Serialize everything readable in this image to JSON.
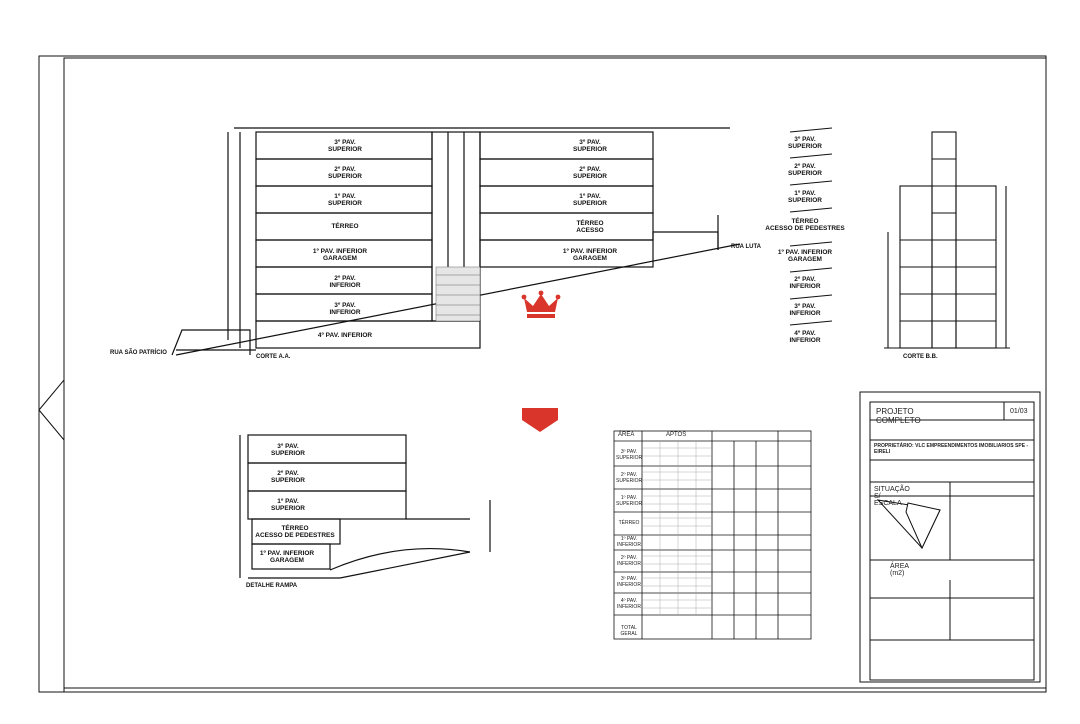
{
  "section_aa": {
    "title": "CORTE A.A.",
    "street_left": "RUA SÃO PATRÍCIO",
    "street_right": "RUA LUTA",
    "left_floors": [
      "3º PAV.\nSUPERIOR",
      "2º PAV.\nSUPERIOR",
      "1º PAV.\nSUPERIOR",
      "TÉRREO",
      "1º PAV. INFERIOR\nGARAGEM",
      "2º PAV.\nINFERIOR",
      "3º PAV.\nINFERIOR",
      "4º PAV. INFERIOR"
    ],
    "right_floors": [
      "3º PAV.\nSUPERIOR",
      "2º PAV.\nSUPERIOR",
      "1º PAV.\nSUPERIOR",
      "TÉRREO\nACESSO",
      "1º PAV. INFERIOR\nGARAGEM"
    ]
  },
  "level_legend": {
    "items": [
      "3º PAV.\nSUPERIOR",
      "2º PAV.\nSUPERIOR",
      "1º PAV.\nSUPERIOR",
      "TÉRREO\nACESSO DE PEDESTRES",
      "1º PAV. INFERIOR\nGARAGEM",
      "2º PAV.\nINFERIOR",
      "3º PAV.\nINFERIOR",
      "4º PAV.\nINFERIOR"
    ]
  },
  "section_bb": {
    "title": "CORTE B.B."
  },
  "detail": {
    "title": "DETALHE RAMPA",
    "floors": [
      "3º PAV.\nSUPERIOR",
      "2º PAV.\nSUPERIOR",
      "1º PAV.\nSUPERIOR",
      "TÉRREO\nACESSO DE PEDESTRES",
      "1º PAV. INFERIOR\nGARAGEM"
    ]
  },
  "area_table": {
    "headers": [
      "ÁREA",
      "APTOS"
    ],
    "rows": [
      "3º PAV.\nSUPERIOR",
      "2º PAV.\nSUPERIOR",
      "1º PAV.\nSUPERIOR",
      "TÉRREO",
      "1º PAV.\nINFERIOR",
      "2º PAV.\nINFERIOR",
      "3º PAV.\nINFERIOR",
      "4º PAV.\nINFERIOR"
    ],
    "footer": "TOTAL GERAL"
  },
  "title_block": {
    "project": "PROJETO COMPLETO",
    "sheet": "01/03",
    "proprietario": "PROPRIETÁRIO: VLC EMPREENDIMENTOS IMOBILIARIOS SPE - EIRELI",
    "situacao": "SITUAÇÃO S/ ESCALA",
    "area_title": "ÁREA (m2)"
  },
  "overlay": {
    "crown_color": "#d9352b",
    "badge_color": "#d9352b"
  },
  "icons": [
    "crown-icon",
    "chevron-down-icon"
  ]
}
